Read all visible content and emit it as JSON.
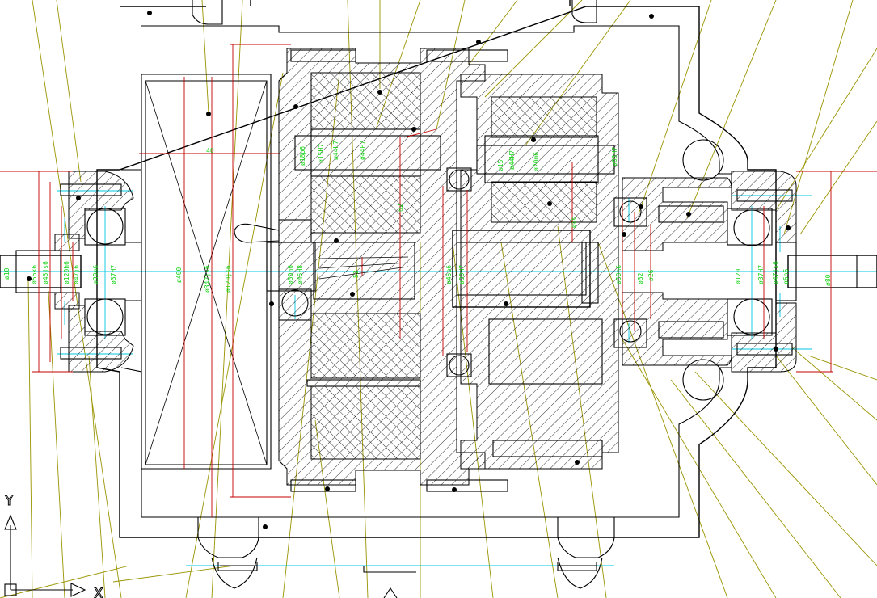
{
  "dims": {
    "d6n6": "ø6n6",
    "d10": "ø10",
    "d56k6": "ø56k6",
    "d45js6": "ø45js6",
    "d47j6": "ø47j6",
    "d120h6": "ø120h6",
    "d37h7": "ø37H7",
    "d400": "ø400",
    "d342": "ø342js6",
    "d120js6": "ø120js6",
    "d45h8": "ø45H8",
    "d30m6": "ø30m6",
    "d44h7": "ø44H7",
    "d18p6": "ø18p6",
    "d40": "40",
    "d52": "52",
    "d45p6": "ø45p6",
    "d90h7": "ø90H7",
    "d15h7": "ø15H7",
    "d44p7": "ø44P7",
    "d62": "62",
    "d120": "ø120",
    "d50h6": "ø50h6",
    "d44h7b": "ø44H7",
    "d26": "ø26",
    "d30h6": "ø30h6",
    "d37h7b": "ø37H7",
    "d47js6": "ø47js6",
    "d86": "ø86",
    "d20m6": "ø20m6",
    "d32": "ø32",
    "d63h7": "ø63H7",
    "d15": "ø15",
    "d80": "ø80"
  },
  "axes": {
    "y": "Y",
    "x": "X"
  }
}
